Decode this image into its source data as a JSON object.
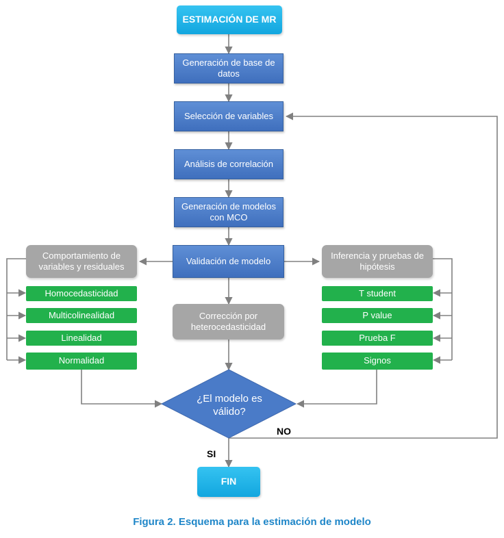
{
  "nodes": {
    "start": "ESTIMACIÓN DE MR",
    "generacion_base": "Generación de base de datos",
    "seleccion": "Selección de variables",
    "analisis": "Análisis de correlación",
    "generacion_modelos": "Generación de modelos con MCO",
    "validacion": "Validación de modelo",
    "comportamiento": "Comportamiento de variables y residuales",
    "inferencia": "Inferencia y pruebas de hipótesis",
    "correccion": "Corrección por heterocedasticidad",
    "decision": "¿El modelo es válido?",
    "fin": "FIN"
  },
  "left_checks": [
    "Homocedasticidad",
    "Multicolinealidad",
    "Linealidad",
    "Normalidad"
  ],
  "right_checks": [
    "T student",
    "P value",
    "Prueba F",
    "Signos"
  ],
  "labels": {
    "no": "NO",
    "si": "SI"
  },
  "caption": "Figura 2. Esquema para la estimación de modelo",
  "colors": {
    "blue": "#4a7bc8",
    "cyan": "#1fb2e8",
    "gray": "#a6a6a6",
    "green": "#22b14c",
    "caption": "#1f86c8"
  }
}
